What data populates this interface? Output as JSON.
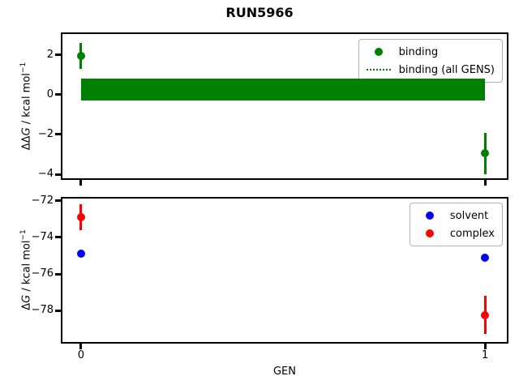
{
  "title": "RUN5966",
  "figure": {
    "background": "#ffffff",
    "axis_color": "#000000"
  },
  "chart_data": [
    {
      "type": "scatter",
      "position": "top",
      "ylabel": "ΔΔG / kcal mol⁻¹",
      "ylabel_parts": {
        "pre": "ΔΔ",
        "var": "G",
        "mid": " / kcal mol",
        "sup": "−1"
      },
      "xlim": [
        -0.046,
        1.054
      ],
      "ylim": [
        -4.2,
        3.05
      ],
      "yticks": [
        2,
        0,
        -2,
        -4
      ],
      "yticklabels": [
        "2",
        "0",
        "−2",
        "−4"
      ],
      "xticks": [
        0,
        1
      ],
      "xticklabels": [
        "",
        ""
      ],
      "grid": false,
      "legend_position": "upper right",
      "series": [
        {
          "name": "binding",
          "color": "#008000",
          "marker": "circle",
          "points": [
            {
              "x": 0,
              "y": 1.95,
              "yerr": 0.65
            },
            {
              "x": 1,
              "y": -2.95,
              "yerr": 1.05
            }
          ]
        }
      ],
      "band": {
        "name": "binding (all GENS)",
        "color": "#008000",
        "x_range": [
          0,
          1
        ],
        "y_center": 0.27,
        "y_half_width": 0.55
      },
      "legend": [
        {
          "label": "binding",
          "marker": "dot",
          "color": "#008000"
        },
        {
          "label": "binding (all GENS)",
          "marker": "dotted-line",
          "color": "#008000"
        }
      ]
    },
    {
      "type": "scatter",
      "position": "bottom",
      "xlabel": "GEN",
      "ylabel": "ΔG / kcal mol⁻¹",
      "ylabel_parts": {
        "pre": "Δ",
        "var": "G",
        "mid": " / kcal mol",
        "sup": "−1"
      },
      "xlim": [
        -0.046,
        1.054
      ],
      "ylim": [
        -79.73,
        -71.87
      ],
      "yticks": [
        -72,
        -74,
        -76,
        -78
      ],
      "yticklabels": [
        "−72",
        "−74",
        "−76",
        "−78"
      ],
      "xticks": [
        0,
        1
      ],
      "xticklabels": [
        "0",
        "1"
      ],
      "grid": false,
      "legend_position": "upper right",
      "series": [
        {
          "name": "solvent",
          "color": "#0000ff",
          "marker": "circle",
          "points": [
            {
              "x": 0,
              "y": -74.9,
              "yerr": 0.1
            },
            {
              "x": 1,
              "y": -75.1,
              "yerr": 0.1
            }
          ]
        },
        {
          "name": "complex",
          "color": "#ff0000",
          "marker": "circle",
          "points": [
            {
              "x": 0,
              "y": -72.9,
              "yerr": 0.7
            },
            {
              "x": 1,
              "y": -78.25,
              "yerr": 1.05
            }
          ]
        }
      ],
      "legend": [
        {
          "label": "solvent",
          "marker": "dot",
          "color": "#0000ff"
        },
        {
          "label": "complex",
          "marker": "dot",
          "color": "#ff0000"
        }
      ]
    }
  ]
}
